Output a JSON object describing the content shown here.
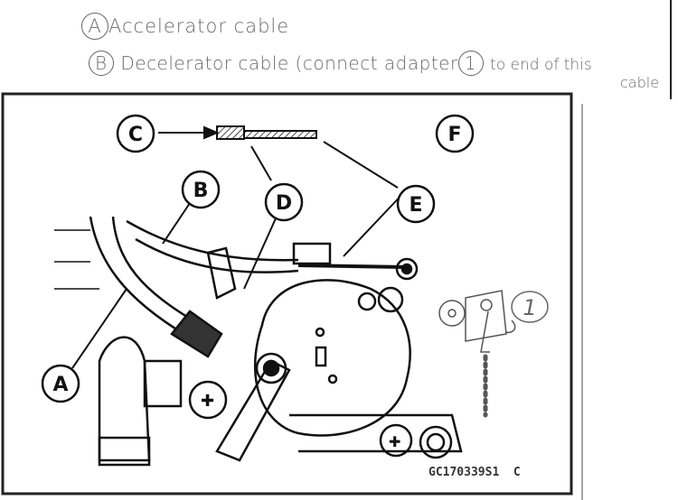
{
  "notes": {
    "line_a": {
      "marker": "A",
      "text": "Accelerator cable"
    },
    "line_b": {
      "marker": "B",
      "text": "Decelerator cable (connect adapter",
      "ref": "1",
      "tail": "to end of this",
      "tail2": "cable"
    }
  },
  "diagram": {
    "callouts": {
      "c": "C",
      "f": "F",
      "b": "B",
      "d": "D",
      "e": "E",
      "a": "A",
      "one": "1"
    },
    "code": "GC170339S1  C"
  }
}
